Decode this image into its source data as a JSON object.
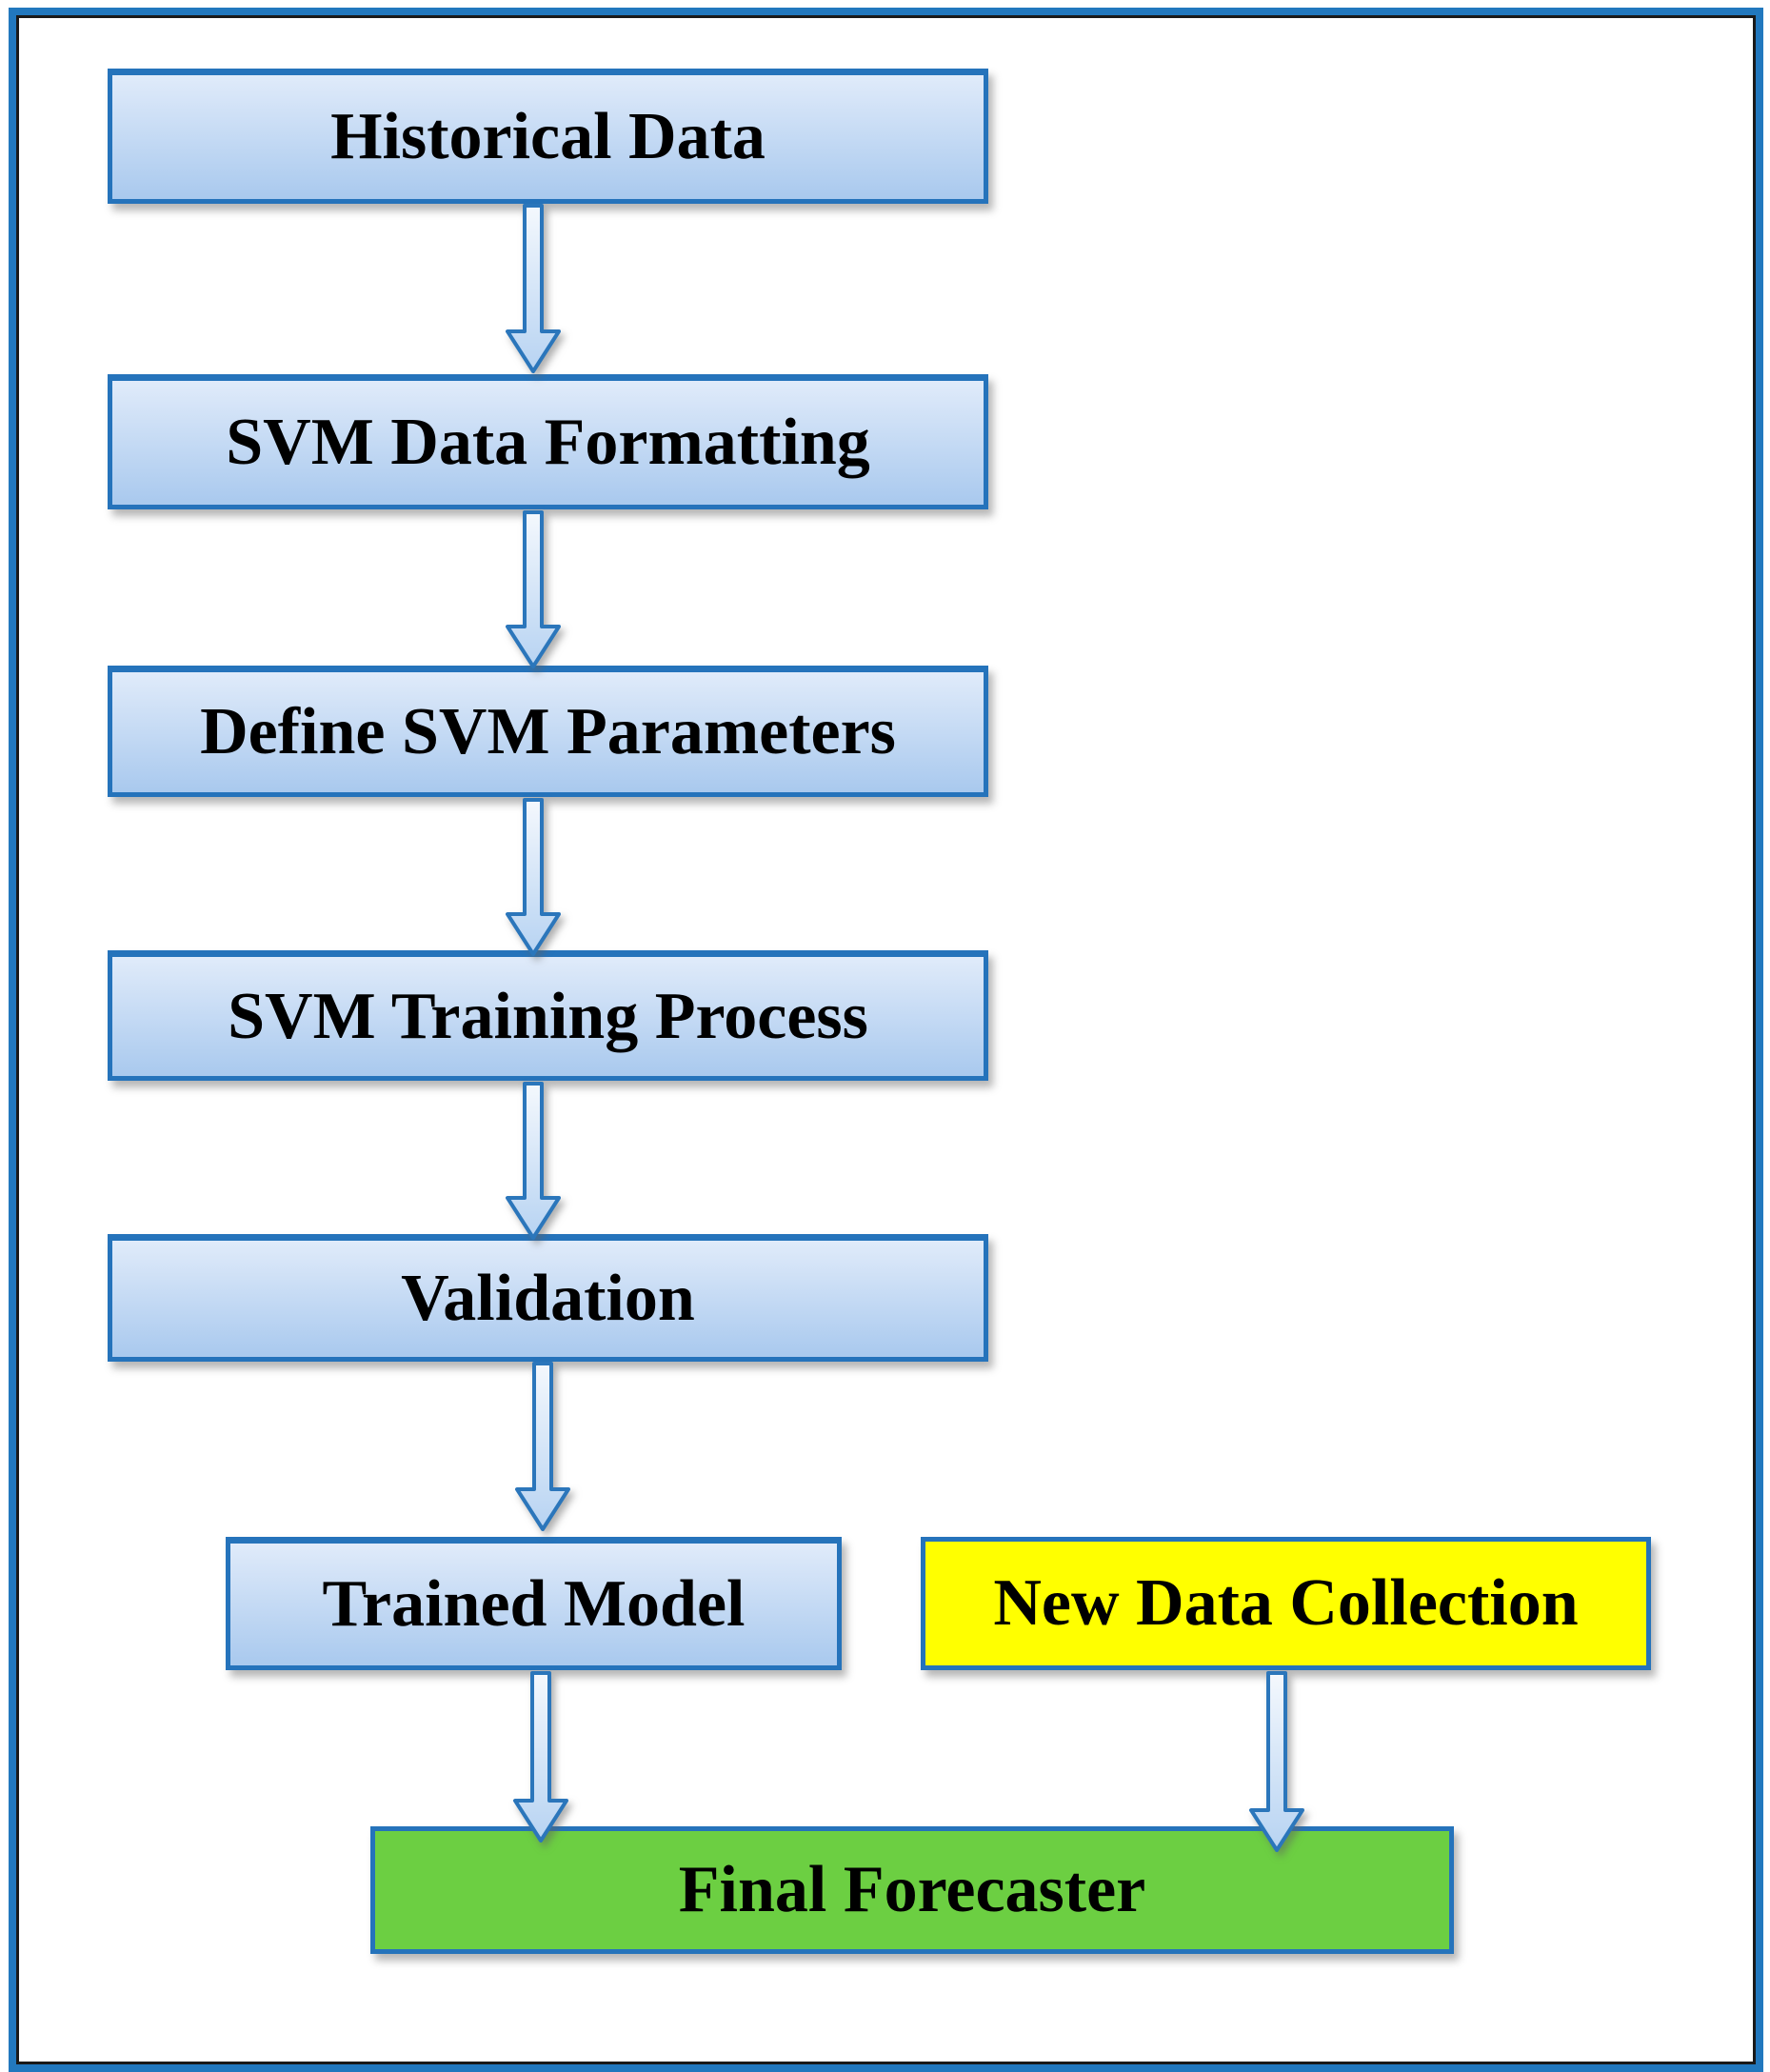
{
  "diagram": {
    "nodes": [
      {
        "id": "historical-data",
        "label": "Historical Data",
        "style": "blue"
      },
      {
        "id": "svm-data-formatting",
        "label": "SVM Data Formatting",
        "style": "blue"
      },
      {
        "id": "define-svm-parameters",
        "label": "Define SVM Parameters",
        "style": "blue"
      },
      {
        "id": "svm-training-process",
        "label": "SVM Training Process",
        "style": "blue"
      },
      {
        "id": "validation",
        "label": "Validation",
        "style": "blue"
      },
      {
        "id": "trained-model",
        "label": "Trained Model",
        "style": "blue"
      },
      {
        "id": "new-data-collection",
        "label": "New Data Collection",
        "style": "yellow"
      },
      {
        "id": "final-forecaster",
        "label": "Final Forecaster",
        "style": "green"
      }
    ],
    "edges": [
      {
        "from": "historical-data",
        "to": "svm-data-formatting"
      },
      {
        "from": "svm-data-formatting",
        "to": "define-svm-parameters"
      },
      {
        "from": "define-svm-parameters",
        "to": "svm-training-process"
      },
      {
        "from": "svm-training-process",
        "to": "validation"
      },
      {
        "from": "validation",
        "to": "trained-model"
      },
      {
        "from": "trained-model",
        "to": "final-forecaster"
      },
      {
        "from": "new-data-collection",
        "to": "final-forecaster"
      }
    ]
  },
  "colors": {
    "frame_blue": "#2278be",
    "frame_line": "#1a1a1a",
    "box_border": "#2573bb",
    "box_fill_top": "#e0ebfa",
    "box_fill_bottom": "#a9c9ee",
    "yellow": "#ffff00",
    "green": "#6ccf42",
    "arrow_stroke": "#2b76bb",
    "arrow_fill_top": "#f4f8fd",
    "arrow_fill_bottom": "#b7d3f2",
    "ink": "#000000"
  }
}
